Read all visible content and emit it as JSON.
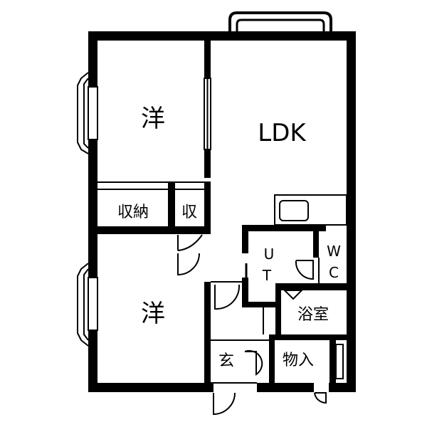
{
  "floorplan": {
    "rooms": {
      "western_upper": "洋",
      "western_lower": "洋",
      "ldk": "LDK",
      "closet": "収納",
      "closet_small": "収",
      "utility_u": "U",
      "utility_t": "T",
      "toilet_w": "W",
      "toilet_c": "C",
      "bathroom": "浴室",
      "entrance": "玄",
      "storage": "物入"
    }
  }
}
